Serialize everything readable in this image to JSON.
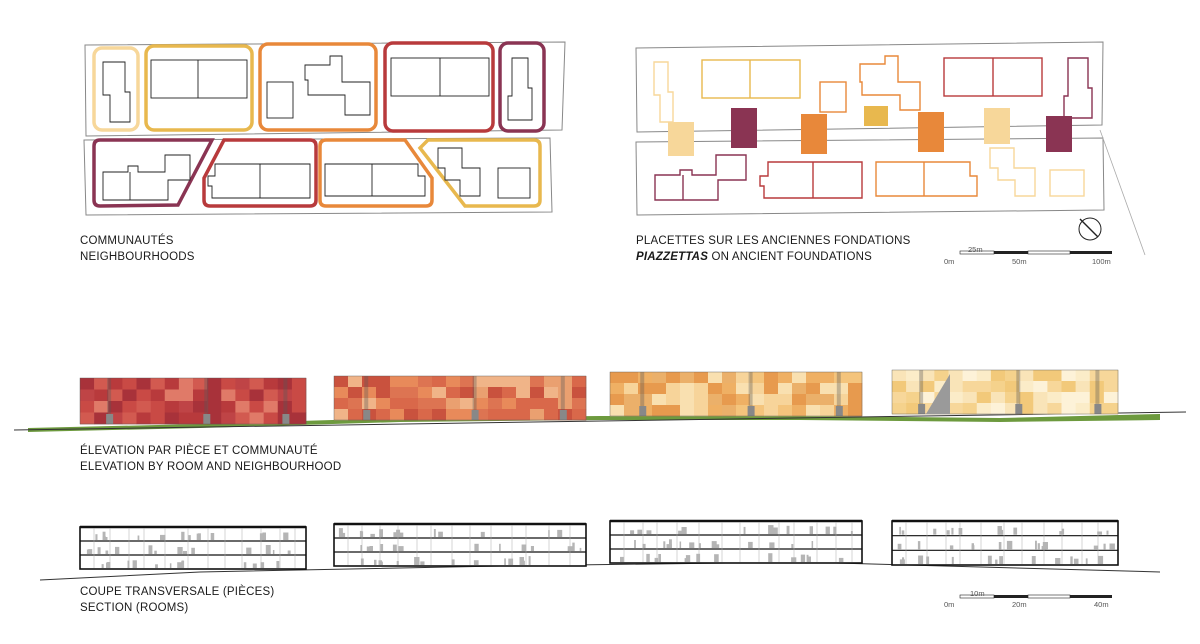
{
  "plan_left": {
    "caption_fr": "COMMUNAUTÉS",
    "caption_en": "NEIGHBOURHOODS"
  },
  "plan_right": {
    "caption_fr": "PLACETTES SUR LES ANCIENNES FONDATIONS",
    "caption_en_emph": "PIAZZETTAS",
    "caption_en_rest": " ON ANCIENT FOUNDATIONS",
    "scale": {
      "zero": "0m",
      "a": "25m",
      "b": "50m",
      "c": "100m"
    }
  },
  "elevation": {
    "caption_fr": "ÉLEVATION PAR PIÈCE ET COMMUNAUTÉ",
    "caption_en": "ELEVATION BY ROOM AND NEIGHBOURHOOD"
  },
  "section": {
    "caption_fr": "COUPE TRANSVERSALE (PIÈCES)",
    "caption_en": "SECTION (ROOMS)",
    "scale": {
      "zero": "0m",
      "a": "10m",
      "b": "20m",
      "c": "40m"
    }
  },
  "colors": {
    "pale_yellow": "#f7d79a",
    "yellow": "#e8b84e",
    "orange": "#e8883a",
    "red": "#b83a3c",
    "plum": "#8a3453",
    "grass": "#6d9a3e"
  }
}
